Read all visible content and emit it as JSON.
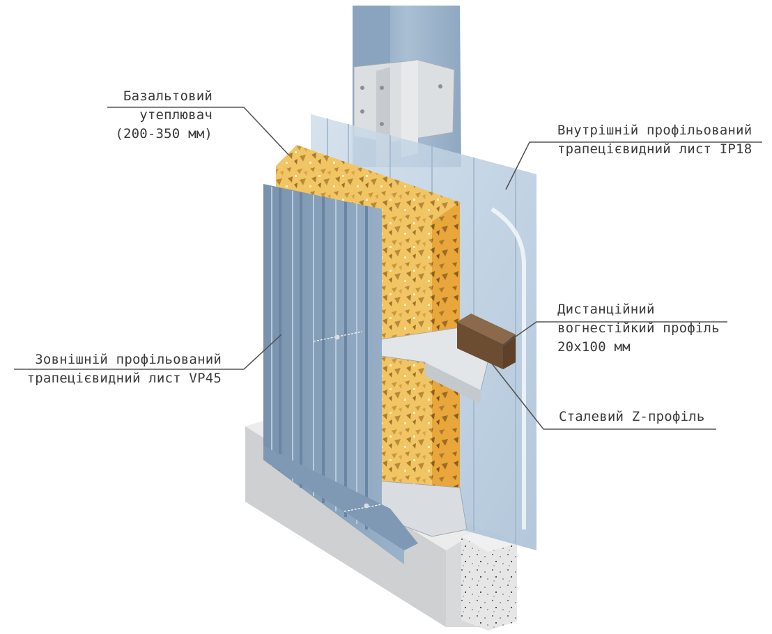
{
  "labels": {
    "insulation": {
      "line1": "Базальтовий",
      "line2": "утеплювач",
      "line3": "(200-350 мм)"
    },
    "inner_sheet": {
      "line1": "Внутрішній профільований",
      "line2": "трапецієвидний лист IP18"
    },
    "spacer": {
      "line1": "Дистанційний",
      "line2": "вогнестійкий профіль",
      "line3": "20х100 мм"
    },
    "z_profile": {
      "line1": "Сталевий Z-профіль"
    },
    "outer_sheet": {
      "line1": "Зовнішній профільований",
      "line2": "трапецієвидний лист VP45"
    }
  },
  "colors": {
    "steel_blue": "#8fa9c3",
    "steel_blue_dark": "#6f8aa6",
    "insulation_yellow": "#f2cf6a",
    "insulation_orange": "#e9a93a",
    "concrete": "#dedfe0",
    "wood_spacer": "#6b4a2e",
    "leader_line": "#555555"
  }
}
